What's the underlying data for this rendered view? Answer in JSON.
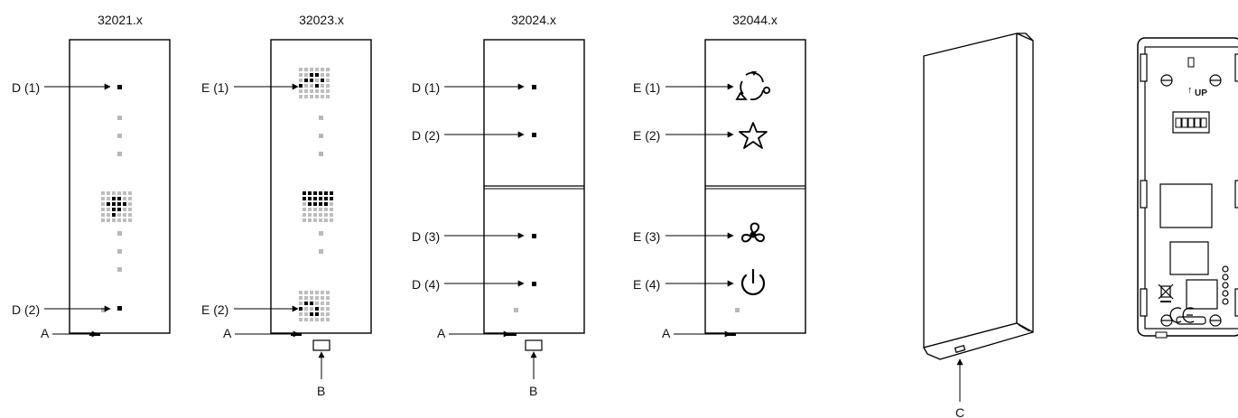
{
  "models": [
    {
      "code": "32021.x",
      "labels": {
        "top": "D (1)",
        "bottom": "D (2)",
        "a": "A"
      }
    },
    {
      "code": "32023.x",
      "labels": {
        "top": "E (1)",
        "bottom": "E (2)",
        "a": "A",
        "b": "B"
      }
    },
    {
      "code": "32024.x",
      "labels": {
        "l1": "D (1)",
        "l2": "D (2)",
        "l3": "D (3)",
        "l4": "D (4)",
        "a": "A",
        "b": "B"
      }
    },
    {
      "code": "32044.x",
      "labels": {
        "l1": "E (1)",
        "l2": "E (2)",
        "l3": "E (3)",
        "l4": "E (4)",
        "a": "A"
      }
    }
  ],
  "side_view": {
    "label": "C"
  },
  "back_view": {
    "up_marking": "UP"
  },
  "icons": [
    "scene-icon",
    "star-icon",
    "fan-icon",
    "power-icon",
    "recycle-bin-icon",
    "ce-mark-icon"
  ]
}
